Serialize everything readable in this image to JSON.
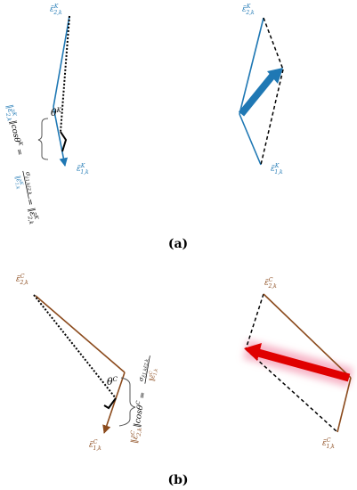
{
  "colors": {
    "blue": "#1f78b4",
    "brown": "#8b4a1c",
    "red": "#e00000",
    "pink_glow": "#f7b6c8",
    "black": "#000000"
  },
  "panel_a": {
    "left": {
      "vector_top": "ε̃",
      "vector_top_sub": "2,k",
      "vector_top_sup": "K",
      "vector_bottom": "ε̃",
      "vector_bottom_sub": "1,k",
      "vector_bottom_sup": "K",
      "angle": "θ",
      "angle_sup": "K",
      "formula_left": "‖ε̃",
      "formula_left_sub": "2,k",
      "formula_left_sup": "K",
      "formula_mid": "‖cosθ",
      "formula_mid_sup": "K",
      "formula_eq": " = ",
      "formula_frac_num": "σ",
      "formula_frac_num_sub": "ε̃1,kε̃2,k",
      "formula_frac_den": "‖ε̃",
      "formula_frac_den_sub": "1,k",
      "formula_frac_den_sup": "K",
      "formula_end": " = ‖ε̃",
      "formula_end_sub": "2,k",
      "formula_end_sup": "K"
    },
    "right": {
      "vector_top": "ε̃",
      "vector_top_sub": "2,k",
      "vector_top_sup": "K",
      "vector_bottom": "ε̃",
      "vector_bottom_sub": "1,k",
      "vector_bottom_sup": "K"
    },
    "label": "(a)"
  },
  "panel_b": {
    "left": {
      "vector_top": "ε̃",
      "vector_top_sub": "2,k",
      "vector_top_sup": "C",
      "vector_bottom": "ε̃",
      "vector_bottom_sub": "1,k",
      "vector_bottom_sup": "C",
      "angle": "θ",
      "angle_sup": "C",
      "formula_left": "‖ε̃",
      "formula_left_sub": "2,k",
      "formula_left_sup": "C",
      "formula_mid": "‖cosθ",
      "formula_mid_sup": "C",
      "formula_eq": " = ",
      "formula_frac_num": "σ",
      "formula_frac_num_sub": "ε̃1,kε̃2,k",
      "formula_frac_den": "‖ε̃",
      "formula_frac_den_sub": "1,k",
      "formula_frac_den_sup": "C"
    },
    "right": {
      "vector_top": "ε̃",
      "vector_top_sub": "2,k",
      "vector_top_sup": "C",
      "vector_bottom": "ε̃",
      "vector_bottom_sub": "1,k",
      "vector_bottom_sup": "C"
    },
    "label": "(b)"
  }
}
